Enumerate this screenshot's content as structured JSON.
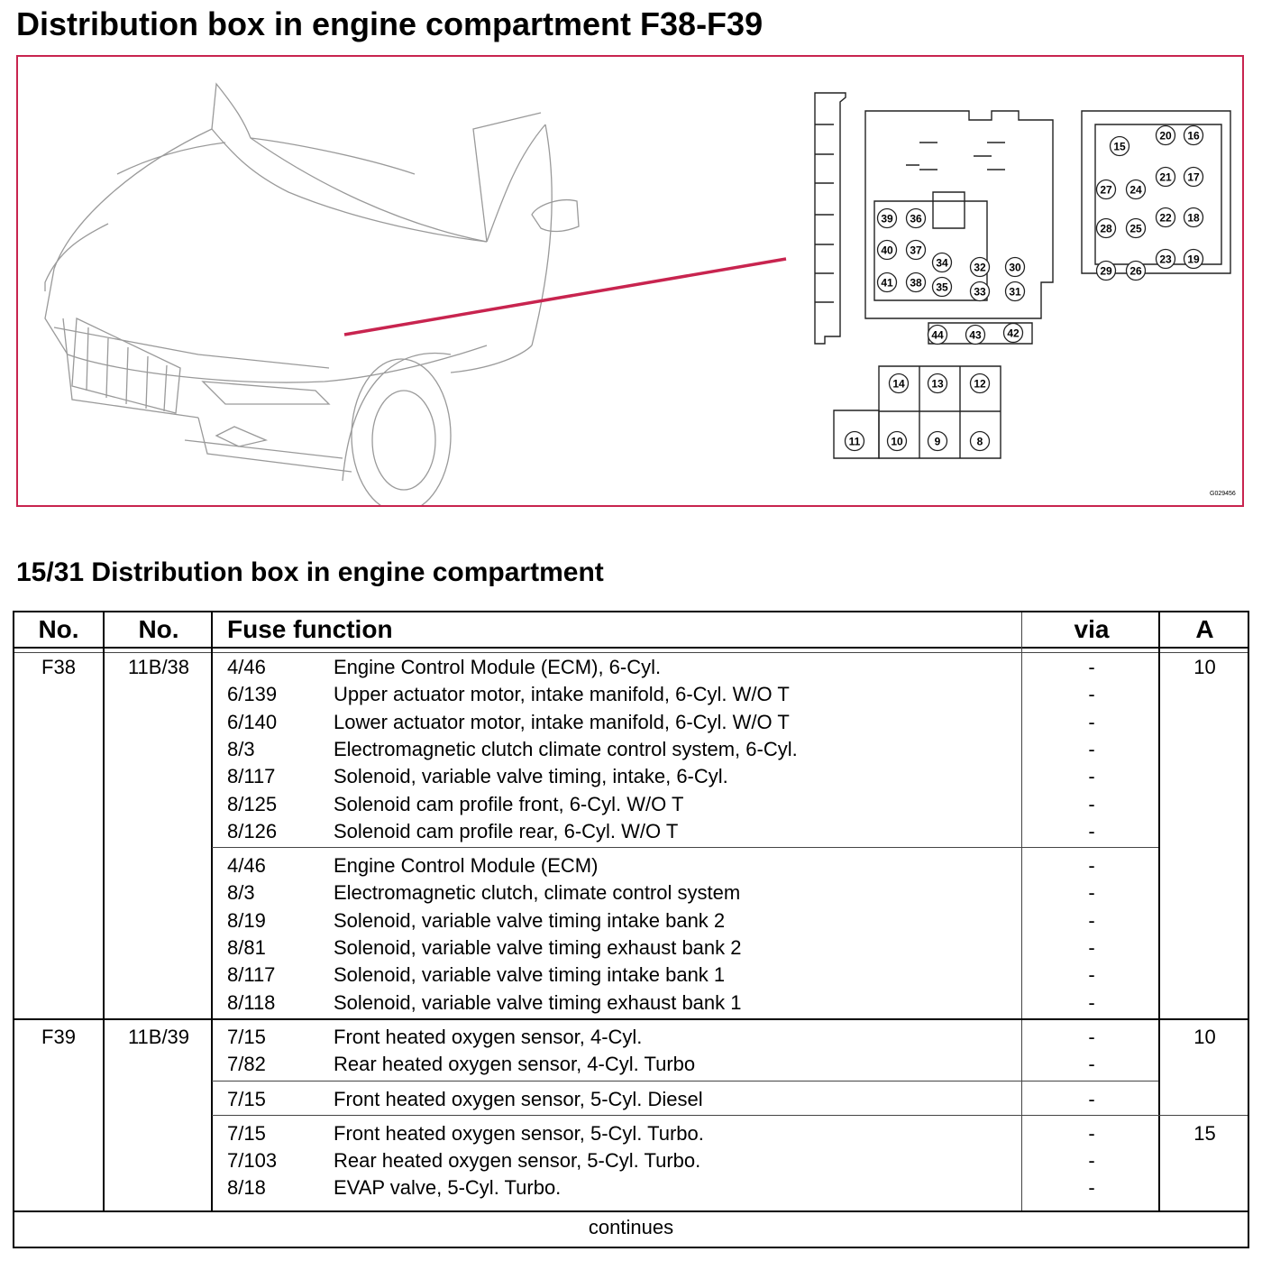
{
  "title": "Distribution box in engine compartment F38-F39",
  "figure": {
    "code": "G029456",
    "accent_color": "#c8244f",
    "fuse_numbers": [
      "8",
      "9",
      "10",
      "11",
      "12",
      "13",
      "14",
      "15",
      "16",
      "17",
      "18",
      "19",
      "20",
      "21",
      "22",
      "23",
      "24",
      "25",
      "26",
      "27",
      "28",
      "29",
      "30",
      "31",
      "32",
      "33",
      "34",
      "35",
      "36",
      "37",
      "38",
      "39",
      "40",
      "41",
      "42",
      "43",
      "44"
    ]
  },
  "section_title": "15/31 Distribution box in engine compartment",
  "table": {
    "headers": {
      "no1": "No.",
      "no2": "No.",
      "function": "Fuse function",
      "via": "via",
      "amp": "A"
    },
    "groups": [
      {
        "fuse": "F38",
        "ref": "11B/38",
        "amp": "10",
        "rows": [
          {
            "code": "4/46",
            "desc": "Engine Control Module (ECM), 6-Cyl.",
            "via": "-"
          },
          {
            "code": "6/139",
            "desc": "Upper actuator motor, intake manifold, 6-Cyl. W/O T",
            "via": "-"
          },
          {
            "code": "6/140",
            "desc": "Lower actuator motor, intake manifold, 6-Cyl. W/O T",
            "via": "-"
          },
          {
            "code": "8/3",
            "desc": "Electromagnetic clutch climate control system, 6-Cyl.",
            "via": "-"
          },
          {
            "code": "8/117",
            "desc": "Solenoid, variable valve timing, intake, 6-Cyl.",
            "via": "-"
          },
          {
            "code": "8/125",
            "desc": "Solenoid cam profile front, 6-Cyl. W/O T",
            "via": "-"
          },
          {
            "code": "8/126",
            "desc": "Solenoid cam profile rear, 6-Cyl. W/O T",
            "via": "-"
          }
        ]
      },
      {
        "rows": [
          {
            "code": "4/46",
            "desc": "Engine Control Module (ECM)",
            "via": "-"
          },
          {
            "code": "8/3",
            "desc": "Electromagnetic clutch, climate control system",
            "via": "-"
          },
          {
            "code": "8/19",
            "desc": "Solenoid, variable valve timing intake bank 2",
            "via": "-"
          },
          {
            "code": "8/81",
            "desc": "Solenoid, variable valve timing exhaust bank 2",
            "via": "-"
          },
          {
            "code": "8/117",
            "desc": "Solenoid, variable valve timing intake bank 1",
            "via": "-"
          },
          {
            "code": "8/118",
            "desc": "Solenoid, variable valve timing exhaust bank 1",
            "via": "-"
          }
        ]
      },
      {
        "fuse": "F39",
        "ref": "11B/39",
        "amp": "10",
        "rows": [
          {
            "code": "7/15",
            "desc": "Front heated oxygen sensor, 4-Cyl.",
            "via": "-"
          },
          {
            "code": "7/82",
            "desc": "Rear heated oxygen sensor, 4-Cyl. Turbo",
            "via": "-"
          }
        ]
      },
      {
        "rows": [
          {
            "code": "7/15",
            "desc": "Front heated oxygen sensor, 5-Cyl. Diesel",
            "via": "-"
          }
        ]
      },
      {
        "amp": "15",
        "rows": [
          {
            "code": "7/15",
            "desc": "Front heated oxygen sensor, 5-Cyl. Turbo.",
            "via": "-"
          },
          {
            "code": "7/103",
            "desc": "Rear heated oxygen sensor, 5-Cyl. Turbo.",
            "via": "-"
          },
          {
            "code": "8/18",
            "desc": "EVAP valve, 5-Cyl. Turbo.",
            "via": "-"
          }
        ]
      }
    ],
    "footer": "continues"
  }
}
